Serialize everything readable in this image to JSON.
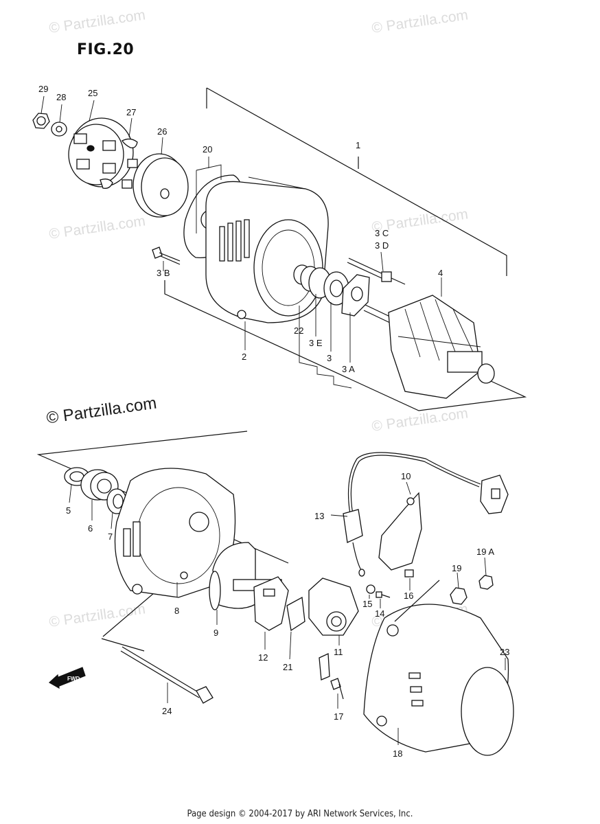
{
  "figure": {
    "title": "FIG.20",
    "copyright": "© Partzilla.com",
    "watermark": "© Partzilla.com",
    "footer": "Page design © 2004-2017 by ARI Network Services, Inc.",
    "fwd_label": "FWD"
  },
  "callouts": [
    "29",
    "28",
    "25",
    "27",
    "26",
    "20",
    "1",
    "3 C",
    "3 D",
    "3 B",
    "4",
    "2",
    "22",
    "3 E",
    "3",
    "3 A",
    "5",
    "6",
    "7",
    "13",
    "10",
    "19 A",
    "19",
    "16",
    "15",
    "14",
    "8",
    "9",
    "12",
    "21",
    "11",
    "23",
    "24",
    "17",
    "18"
  ]
}
